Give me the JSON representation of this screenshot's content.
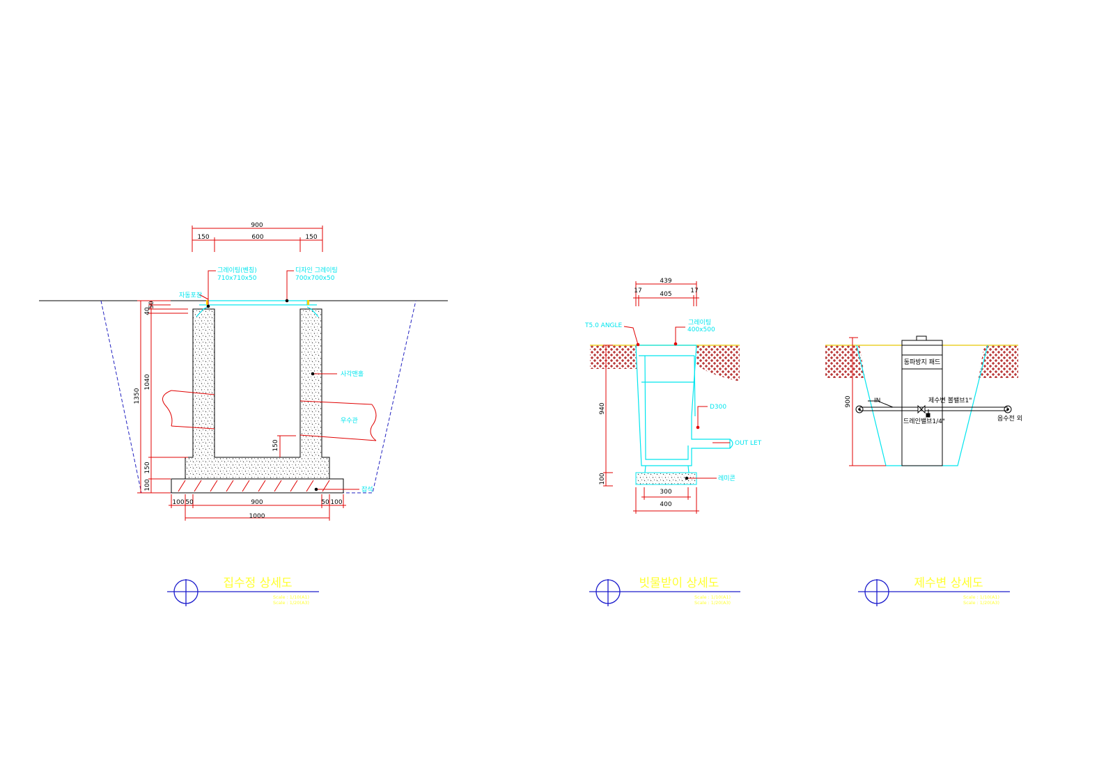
{
  "colors": {
    "background": "#ffffff",
    "dimension": "#e00000",
    "annotation": "#00e5ee",
    "title": "#ffff33",
    "title_rule": "#1a1acc",
    "soil": "#b02020",
    "concrete": "#d0d0d0"
  },
  "catch_basin": {
    "dim_top_total": "900",
    "dim_top_left": "150",
    "dim_top_mid": "600",
    "dim_top_right": "150",
    "callout_grating_fixed_1": "그레이팅(벤칭)",
    "callout_grating_fixed_2": "710x710x50",
    "callout_design_grating_1": "디자인 그레이팅",
    "callout_design_grating_2": "700x700x50",
    "label_paving": "자동포장",
    "dim_v_40": "40",
    "dim_v_50": "50",
    "dim_v_1040": "1040",
    "dim_v_1350": "1350",
    "dim_v_150_bottom": "150",
    "dim_v_100": "100",
    "dim_v_150_inner": "150",
    "label_square_manhole": "사각맨홀",
    "label_rain_pipe": "우수관",
    "label_gravel": "잡석",
    "dim_bottom_100_left": "100",
    "dim_bottom_50_left": "50",
    "dim_bottom_900": "900",
    "dim_bottom_50_right": "50",
    "dim_bottom_100_right": "100",
    "dim_bottom_1000": "1000",
    "title": "집수정  상세도",
    "scale_1": "Scale : 1/10(A1)",
    "scale_2": "Scale : 1/20(A3)"
  },
  "rain_inlet": {
    "dim_top_total": "439",
    "dim_top_left": "17",
    "dim_top_mid": "405",
    "dim_top_right": "17",
    "callout_angle": "T5.0 ANGLE",
    "callout_grating_1": "그레이팅",
    "callout_grating_2": "400x500",
    "label_d300": "D300",
    "label_outlet": "OUT LET",
    "label_remicon": "레미콘",
    "dim_v_940": "940",
    "dim_v_100": "100",
    "dim_bottom_300": "300",
    "dim_bottom_400": "400",
    "title": "빗물받이 상세도",
    "scale_1": "Scale : 1/10(A1)",
    "scale_2": "Scale : 1/20(A3)"
  },
  "drain_valve": {
    "label_frost_pad": "동파방지 패드",
    "label_in": "IN",
    "label_ball_valve": "제수변 볼밸브1\"",
    "label_drain_valve": "드레인밸브1/4\"",
    "label_outlet": "음수전 외",
    "dim_v_900": "900",
    "title": "제수변 상세도",
    "scale_1": "Scale : 1/10(A1)",
    "scale_2": "Scale : 1/20(A3)"
  }
}
